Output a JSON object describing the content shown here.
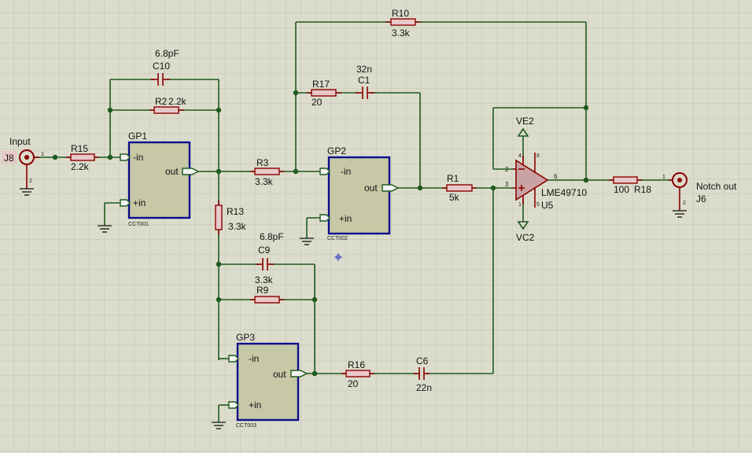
{
  "components": {
    "r10": {
      "ref": "R10",
      "value": "3.3k"
    },
    "c10": {
      "ref": "C10",
      "value": "6.8pF"
    },
    "r2": {
      "ref": "R2",
      "value": "2.2k"
    },
    "c1": {
      "ref": "C1",
      "value": "32n"
    },
    "r17": {
      "ref": "R17",
      "value": "20"
    },
    "r15": {
      "ref": "R15",
      "value": "2.2k"
    },
    "r3": {
      "ref": "R3",
      "value": "3.3k"
    },
    "r1": {
      "ref": "R1",
      "value": "5k"
    },
    "r18": {
      "ref": "R18",
      "value": "100"
    },
    "r13": {
      "ref": "R13",
      "value": "3.3k"
    },
    "c9": {
      "ref": "C9",
      "value": "6.8pF"
    },
    "r9": {
      "ref": "R9",
      "value": "3.3k"
    },
    "r16": {
      "ref": "R16",
      "value": "20"
    },
    "c6": {
      "ref": "C6",
      "value": "22n"
    }
  },
  "blocks": {
    "gp1": {
      "ref": "GP1",
      "part": "CCT001",
      "pin_in_neg": "-in",
      "pin_in_pos": "+in",
      "pin_out": "out"
    },
    "gp2": {
      "ref": "GP2",
      "part": "CCT002",
      "pin_in_neg": "-in",
      "pin_in_pos": "+in",
      "pin_out": "out"
    },
    "gp3": {
      "ref": "GP3",
      "part": "CCT003",
      "pin_in_neg": "-in",
      "pin_in_pos": "+in",
      "pin_out": "out"
    }
  },
  "opamp": {
    "ref": "U5",
    "part": "LME49710",
    "pos_supply": "VE2",
    "neg_supply": "VC2",
    "pin_inv": "2",
    "pin_noninv": "3",
    "pin_out": "6",
    "pin_v_pos": "4",
    "pin_v_neg": "5",
    "pin_8": "8",
    "pin_1": "1"
  },
  "connectors": {
    "input": {
      "label": "Input",
      "ref": "J8",
      "pin_sig": "1",
      "pin_gnd": "2"
    },
    "output": {
      "label": "Notch out",
      "ref": "J6",
      "pin_sig": "1",
      "pin_gnd": "2"
    }
  },
  "colors": {
    "background": "#dcdccc",
    "grid": "#c2c2b2",
    "wire": "#1e5a1e",
    "component": "#8b0000",
    "block_border": "#0d0d8c",
    "block_fill": "#c6c8a6"
  }
}
